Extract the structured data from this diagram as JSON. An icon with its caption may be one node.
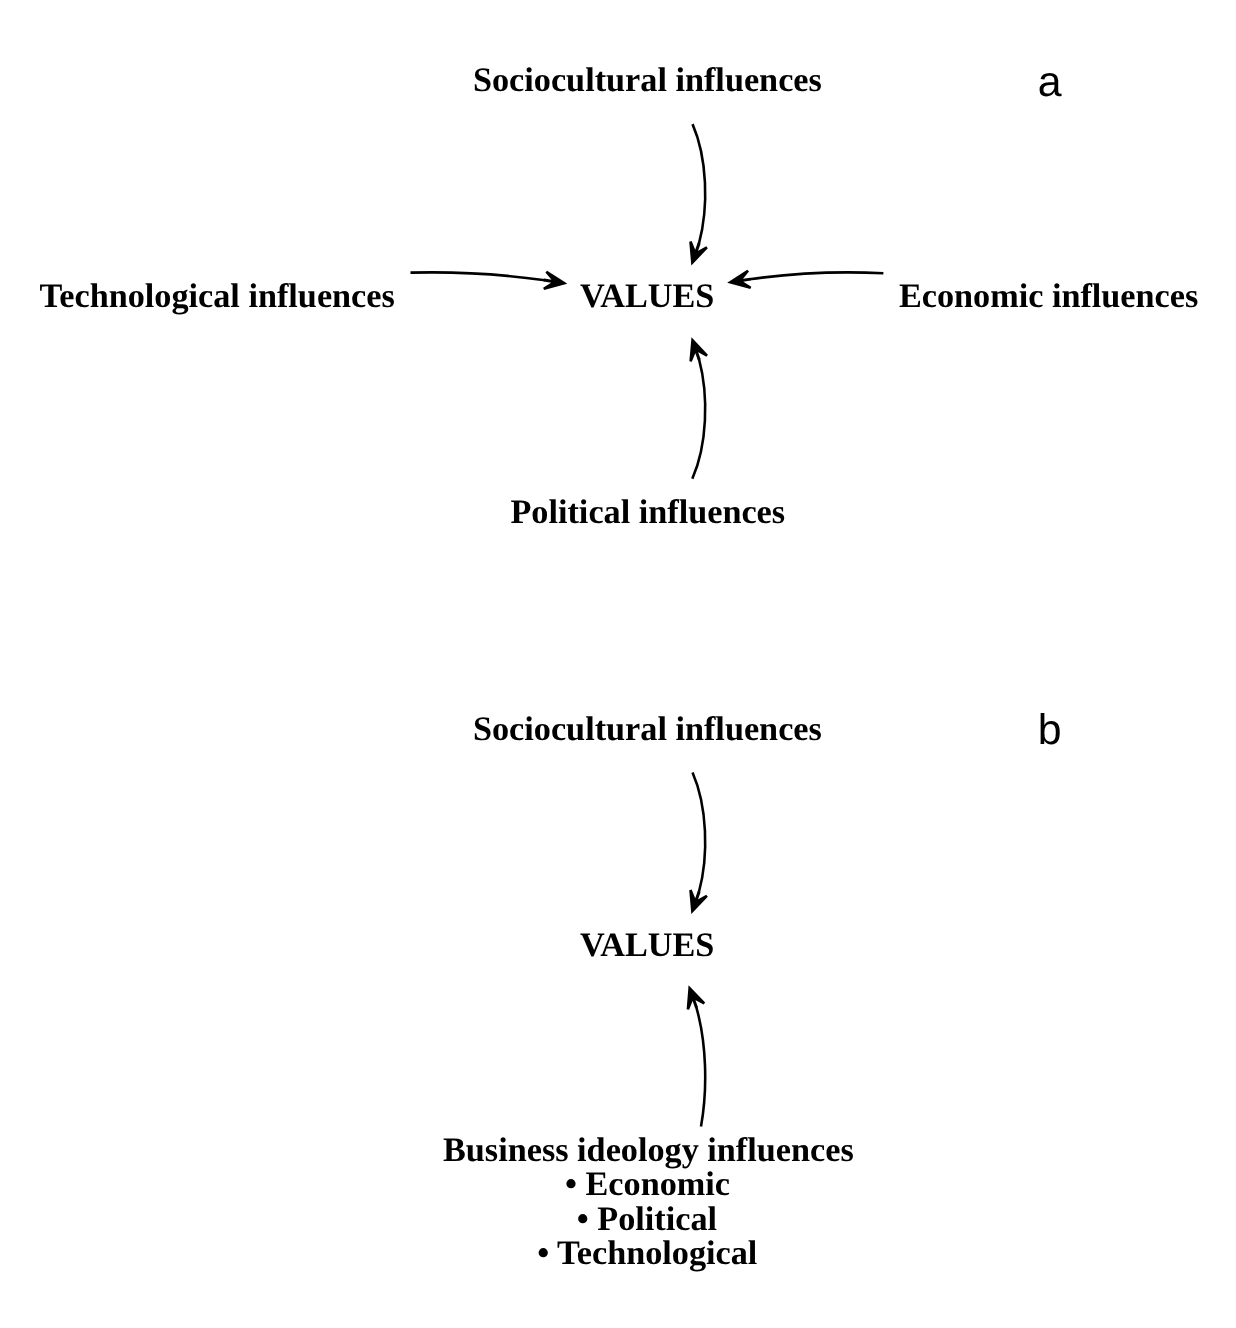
{
  "diagram": {
    "nodes": [
      {
        "text": [
          "Sociocultural influences"
        ]
      },
      {
        "text": [
          "Technological influences"
        ]
      },
      {
        "text": [
          "VALUES"
        ]
      },
      {
        "text": [
          "Economic influences"
        ]
      },
      {
        "text": [
          "Political influences"
        ]
      },
      {
        "text": [
          "Sociocultural influences"
        ]
      },
      {
        "text": [
          "VALUES"
        ]
      },
      {
        "text": [
          "Business ideology influences",
          "• Economic",
          "• Political",
          "• Technological"
        ]
      }
    ],
    "edges": [
      {
        "from": 0,
        "to": 2,
        "arrow": "to"
      },
      {
        "from": 1,
        "to": 2,
        "arrow": "to"
      },
      {
        "from": 3,
        "to": 2,
        "arrow": "to"
      },
      {
        "from": 4,
        "to": 2,
        "arrow": "to"
      },
      {
        "from": 5,
        "to": 6,
        "arrow": "to"
      },
      {
        "from": 7,
        "to": 6,
        "arrow": "to"
      }
    ],
    "labels": [
      "a",
      "b"
    ]
  }
}
